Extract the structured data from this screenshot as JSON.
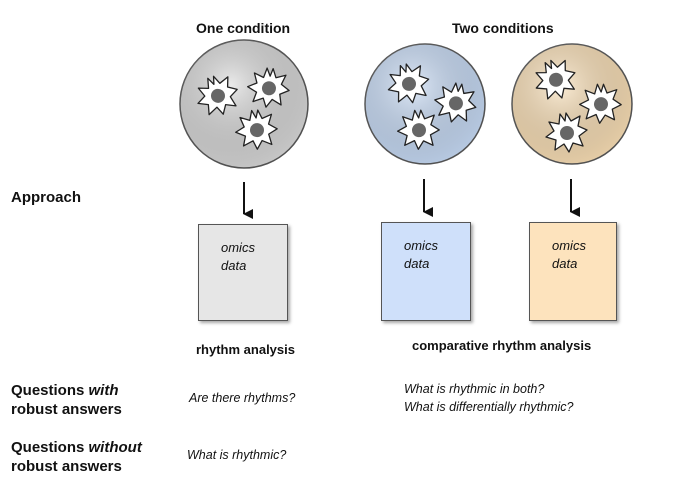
{
  "headers": {
    "one": "One condition",
    "two": "Two conditions"
  },
  "row_labels": {
    "approach": "Approach",
    "robust_line1_prefix": "Questions ",
    "robust_line1_emph": "with",
    "robust_line2": "robust answers",
    "nonrobust_line1_prefix": "Questions ",
    "nonrobust_line1_emph": "without",
    "nonrobust_line2": "robust answers"
  },
  "boxes": [
    {
      "line1": "omics",
      "line2": "data",
      "color": "#e6e6e6"
    },
    {
      "line1": "omics",
      "line2": "data",
      "color": "#cfe0fa"
    },
    {
      "line1": "omics",
      "line2": "data",
      "color": "#fde3bd"
    }
  ],
  "dishes": [
    {
      "color": "#d9d9d9"
    },
    {
      "color": "#c8dcf7"
    },
    {
      "color": "#fbe0b6"
    }
  ],
  "analyses": {
    "one": "rhythm analysis",
    "two": "comparative rhythm analysis"
  },
  "questions": {
    "robust_one": "Are there rhythms?",
    "robust_two_a": "What is rhythmic in both?",
    "robust_two_b": "What is differentially rhythmic?",
    "nonrobust_one": "What is rhythmic?"
  }
}
